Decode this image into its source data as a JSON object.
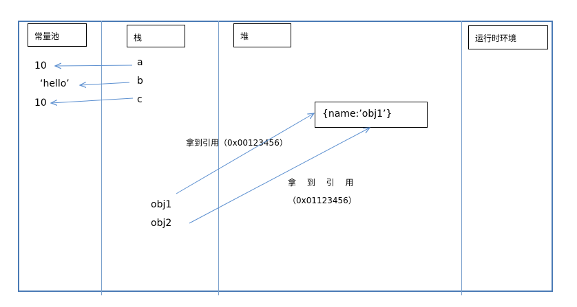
{
  "sections": {
    "constant_pool": "常量池",
    "stack": "栈",
    "heap": "堆",
    "runtime_env": "运行时环境"
  },
  "constants": [
    "10",
    "‘hello’",
    "10"
  ],
  "variables": [
    "a",
    "b",
    "c"
  ],
  "heap_object": "{name:’obj1’}",
  "refs": [
    {
      "var": "obj1",
      "label": "拿到引用",
      "address": "（0x00123456）"
    },
    {
      "var": "obj2",
      "label": "拿 到 引 用",
      "address": "（0x01123456）"
    }
  ],
  "colors": {
    "frame": "#4a7ab5",
    "arrow": "#5b8fd0"
  }
}
